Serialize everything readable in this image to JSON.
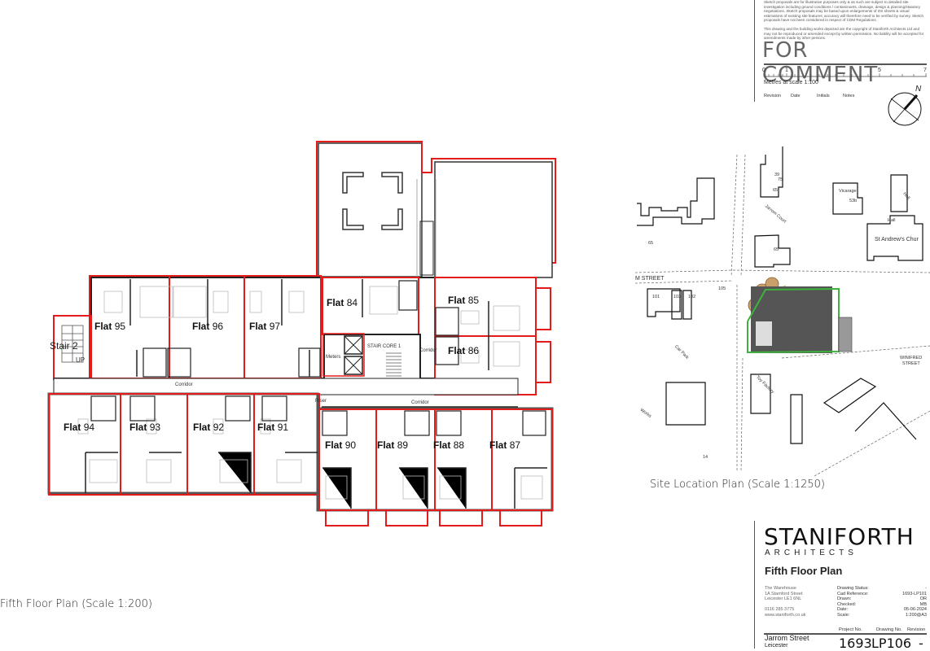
{
  "title_block": {
    "notes": [
      "Sketch proposals are for illustrative purposes only & as such are subject to detailed site investigation including ground conditions / contaminants, drainage, design & planning/statutory negotiations. Sketch proposals may be based upon enlargements of OS sheets & visual estimations of existing site features; accuracy will therefore need to be verified by survey. Sketch proposals have not been considered in respect of CDM Regulations.",
      "This drawing and the building works depicted are the copyright of Staniforth Architects Ltd and may not be reproduced or amended except by written permission. No liability will be accepted for amendments made by other persons."
    ],
    "status_stamp": "FOR COMMENT",
    "scale_bar": {
      "ticks": [
        "0",
        "1",
        "5",
        "7"
      ],
      "label": "Metres at scale 1:100"
    },
    "revision_table": {
      "headers": [
        "Revision",
        "Date",
        "Initials",
        "Notes"
      ]
    },
    "north_label": "N",
    "company": "STANIFORTH",
    "company_sub": "ARCHITECTS",
    "drawing_title": "Fifth Floor Plan",
    "address": [
      "The Warehouse",
      "1A Stamford Street",
      "Leicester LE1 6NL",
      "",
      "0116 285 3775",
      "www.staniforth.co.uk"
    ],
    "info_labels": [
      "Drawing Status:",
      "Cad Reference:",
      "Drawn:",
      "Checked:",
      "Date:",
      "Scale:"
    ],
    "info_values": [
      "-",
      "1693-LP101",
      "OR",
      "MB",
      "05-06-2024",
      "1:200@A3"
    ],
    "project_headers": {
      "project_no": "Project No.",
      "drawing_no": "Drawing No.",
      "revision": "Revision"
    },
    "project_values": {
      "project_no": "1693",
      "drawing_no": "LP106",
      "revision": "-"
    },
    "site_street": "Jarrom Street",
    "site_city": "Leicester"
  },
  "floor_plan": {
    "caption": "Fifth Floor Plan (Scale 1:200)",
    "flats": [
      {
        "prefix": "Flat",
        "number": "95"
      },
      {
        "prefix": "Flat",
        "number": "96"
      },
      {
        "prefix": "Flat",
        "number": "97"
      },
      {
        "prefix": "Flat",
        "number": "84"
      },
      {
        "prefix": "Flat",
        "number": "85"
      },
      {
        "prefix": "Flat",
        "number": "86"
      },
      {
        "prefix": "Flat",
        "number": "94"
      },
      {
        "prefix": "Flat",
        "number": "93"
      },
      {
        "prefix": "Flat",
        "number": "92"
      },
      {
        "prefix": "Flat",
        "number": "91"
      },
      {
        "prefix": "Flat",
        "number": "90"
      },
      {
        "prefix": "Flat",
        "number": "89"
      },
      {
        "prefix": "Flat",
        "number": "88"
      },
      {
        "prefix": "Flat",
        "number": "87"
      }
    ],
    "rooms": {
      "stair2": "Stair 2",
      "stair_core": "STAIR CORE 1",
      "meters": "Meters",
      "riser": "Riser",
      "corridor": "Corridor",
      "up": "UP"
    },
    "colors": {
      "boundary": "#e31b1b",
      "wall": "#222222",
      "wall_fill": "#8a8a8a"
    }
  },
  "site_plan": {
    "caption": "Site Location Plan (Scale 1:1250)",
    "labels": {
      "street_north": "M STREET",
      "winifred": "WINIFRED",
      "winifred2": "STREET",
      "vicarage": "Vicarage",
      "vicarage_no": "53b",
      "hall1": "Hall",
      "hall2": "Hall",
      "church": "St Andrew's Chur",
      "jarrom_court": "Jarrom Court",
      "car_park": "Car Park",
      "works": "Works",
      "toy_factory": "Toy Factory",
      "n65a": "65",
      "n65b": "65",
      "n65c": "65",
      "n39": "39",
      "n75": "75",
      "n101": "101",
      "n103": "103",
      "n102": "102",
      "n105": "105",
      "n14": "14"
    },
    "colors": {
      "site_boundary": "#3db33d",
      "tree": "#8b5a2b",
      "green": "#a8d05a"
    }
  }
}
